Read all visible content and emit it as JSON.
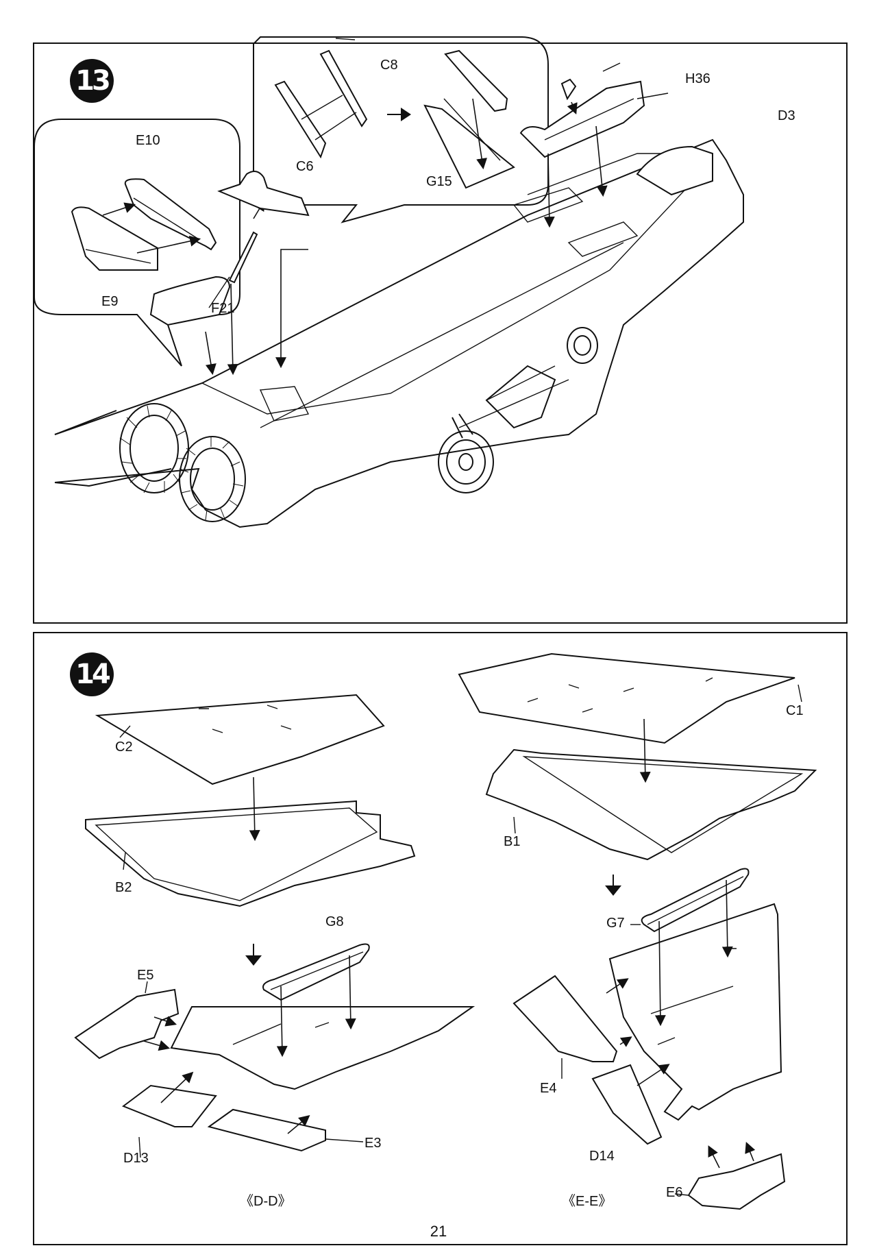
{
  "page_number": "21",
  "step13": {
    "number": "13",
    "parts": {
      "e10": "E10",
      "e9": "E9",
      "c8": "C8",
      "c6": "C6",
      "g15": "G15",
      "f21": "F21",
      "h36": "H36",
      "d3": "D3"
    }
  },
  "step14": {
    "number": "14",
    "parts": {
      "c2": "C2",
      "b2": "B2",
      "g8": "G8",
      "e5": "E5",
      "d13": "D13",
      "e3": "E3",
      "c1": "C1",
      "b1": "B1",
      "g7": "G7",
      "e4": "E4",
      "d14": "D14",
      "e6": "E6"
    },
    "left_caption": "《D-D》",
    "right_caption": "《E-E》"
  }
}
